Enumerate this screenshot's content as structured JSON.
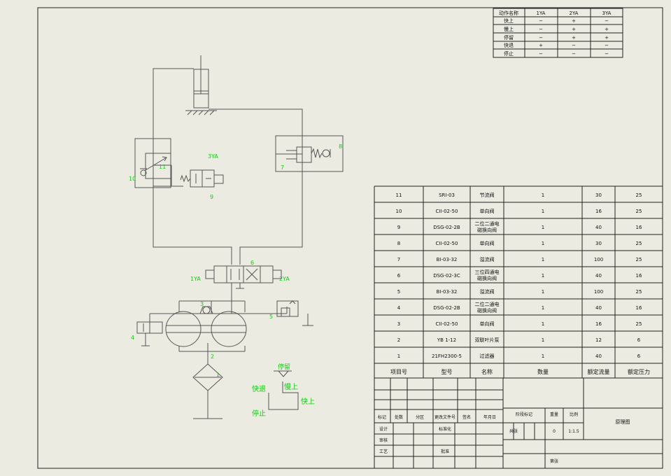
{
  "colors": {
    "background": "#ebebe2",
    "line": "#555555",
    "callout": "#11cc11"
  },
  "action_table": {
    "header": [
      "动作名称",
      "1YA",
      "2YA",
      "3YA"
    ],
    "rows": [
      [
        "快上",
        "−",
        "+",
        "−"
      ],
      [
        "慢上",
        "−",
        "+",
        "+"
      ],
      [
        "停留",
        "−",
        "+",
        "+"
      ],
      [
        "快退",
        "+",
        "−",
        "−"
      ],
      [
        "停止",
        "−",
        "−",
        "−"
      ]
    ]
  },
  "schematic": {
    "labels": {
      "n1": "1",
      "n2": "2",
      "n3": "3",
      "n4": "4",
      "n5": "5",
      "n6": "6",
      "n7": "7",
      "n8": "8",
      "n9": "9",
      "n10": "10",
      "n11": "11",
      "yv3": "3YA",
      "yv1": "1YA",
      "yv2": "2YA"
    },
    "cycle": {
      "stop_hold": "停留",
      "rapid_return": "快退",
      "slow_up": "慢上",
      "rapid_up": "快上",
      "stop": "停止"
    }
  },
  "parts_table": {
    "header": [
      "项目号",
      "型号",
      "名称",
      "数量",
      "额定流量",
      "额定压力"
    ],
    "rows": [
      [
        "11",
        "SRI-03",
        "节流阀",
        "1",
        "30",
        "25"
      ],
      [
        "10",
        "CII-02-50",
        "单向阀",
        "1",
        "16",
        "25"
      ],
      [
        "9",
        "DSG-02-2B",
        "二位二通电磁换向阀",
        "1",
        "40",
        "16"
      ],
      [
        "8",
        "CII-02-50",
        "单向阀",
        "1",
        "30",
        "25"
      ],
      [
        "7",
        "BI-03-32",
        "溢流阀",
        "1",
        "100",
        "25"
      ],
      [
        "6",
        "DSG-02-3C",
        "三位四通电磁换向阀",
        "1",
        "40",
        "16"
      ],
      [
        "5",
        "BI-03-32",
        "溢流阀",
        "1",
        "100",
        "25"
      ],
      [
        "4",
        "DSG-02-2B",
        "二位二通电磁换向阀",
        "1",
        "40",
        "16"
      ],
      [
        "3",
        "CII-02-50",
        "单向阀",
        "1",
        "16",
        "25"
      ],
      [
        "2",
        "YB 1-12",
        "双联叶片泵",
        "1",
        "12",
        "6"
      ],
      [
        "1",
        "21FH2300-5",
        "过滤器",
        "1",
        "40",
        "6"
      ]
    ]
  },
  "title_block": {
    "row1": [
      "标记",
      "处数",
      "分区",
      "更改文件号",
      "签名",
      "年月日"
    ],
    "design": "设计",
    "standard": "标准化",
    "check": "审核",
    "process": "工艺",
    "approve": "批准",
    "stage_label": "阶段标记",
    "weight_label": "重量",
    "scale_label": "比例",
    "scale": "1:1.5",
    "weight": "0",
    "total_label": "共张",
    "sheet_label": "第张",
    "drawing_name": "原理图"
  }
}
